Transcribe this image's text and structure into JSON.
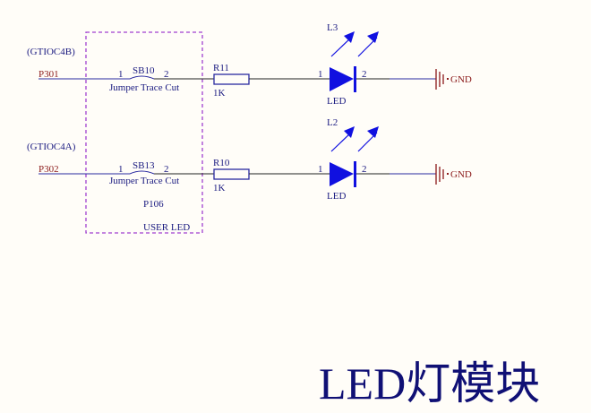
{
  "colors": {
    "wire": "#2a2aa0",
    "component": "#1010e0",
    "net_label": "#8b1a1a",
    "box": "#a040d0",
    "text": "#1a1a80"
  },
  "title": "LED灯模块",
  "box": {
    "designator": "P106",
    "label": "USER LED"
  },
  "rows": [
    {
      "signal": "(GTIOC4B)",
      "port": "P301",
      "jumper": {
        "ref": "SB10",
        "pin1": "1",
        "pin2": "2",
        "value": "Jumper Trace Cut"
      },
      "resistor": {
        "ref": "R11",
        "value": "1K"
      },
      "led": {
        "ref": "L3",
        "pin1": "1",
        "pin2": "2",
        "value": "LED"
      },
      "ground": "GND"
    },
    {
      "signal": "(GTIOC4A)",
      "port": "P302",
      "jumper": {
        "ref": "SB13",
        "pin1": "1",
        "pin2": "2",
        "value": "Jumper Trace Cut"
      },
      "resistor": {
        "ref": "R10",
        "value": "1K"
      },
      "led": {
        "ref": "L2",
        "pin1": "1",
        "pin2": "2",
        "value": "LED"
      },
      "ground": "GND"
    }
  ]
}
